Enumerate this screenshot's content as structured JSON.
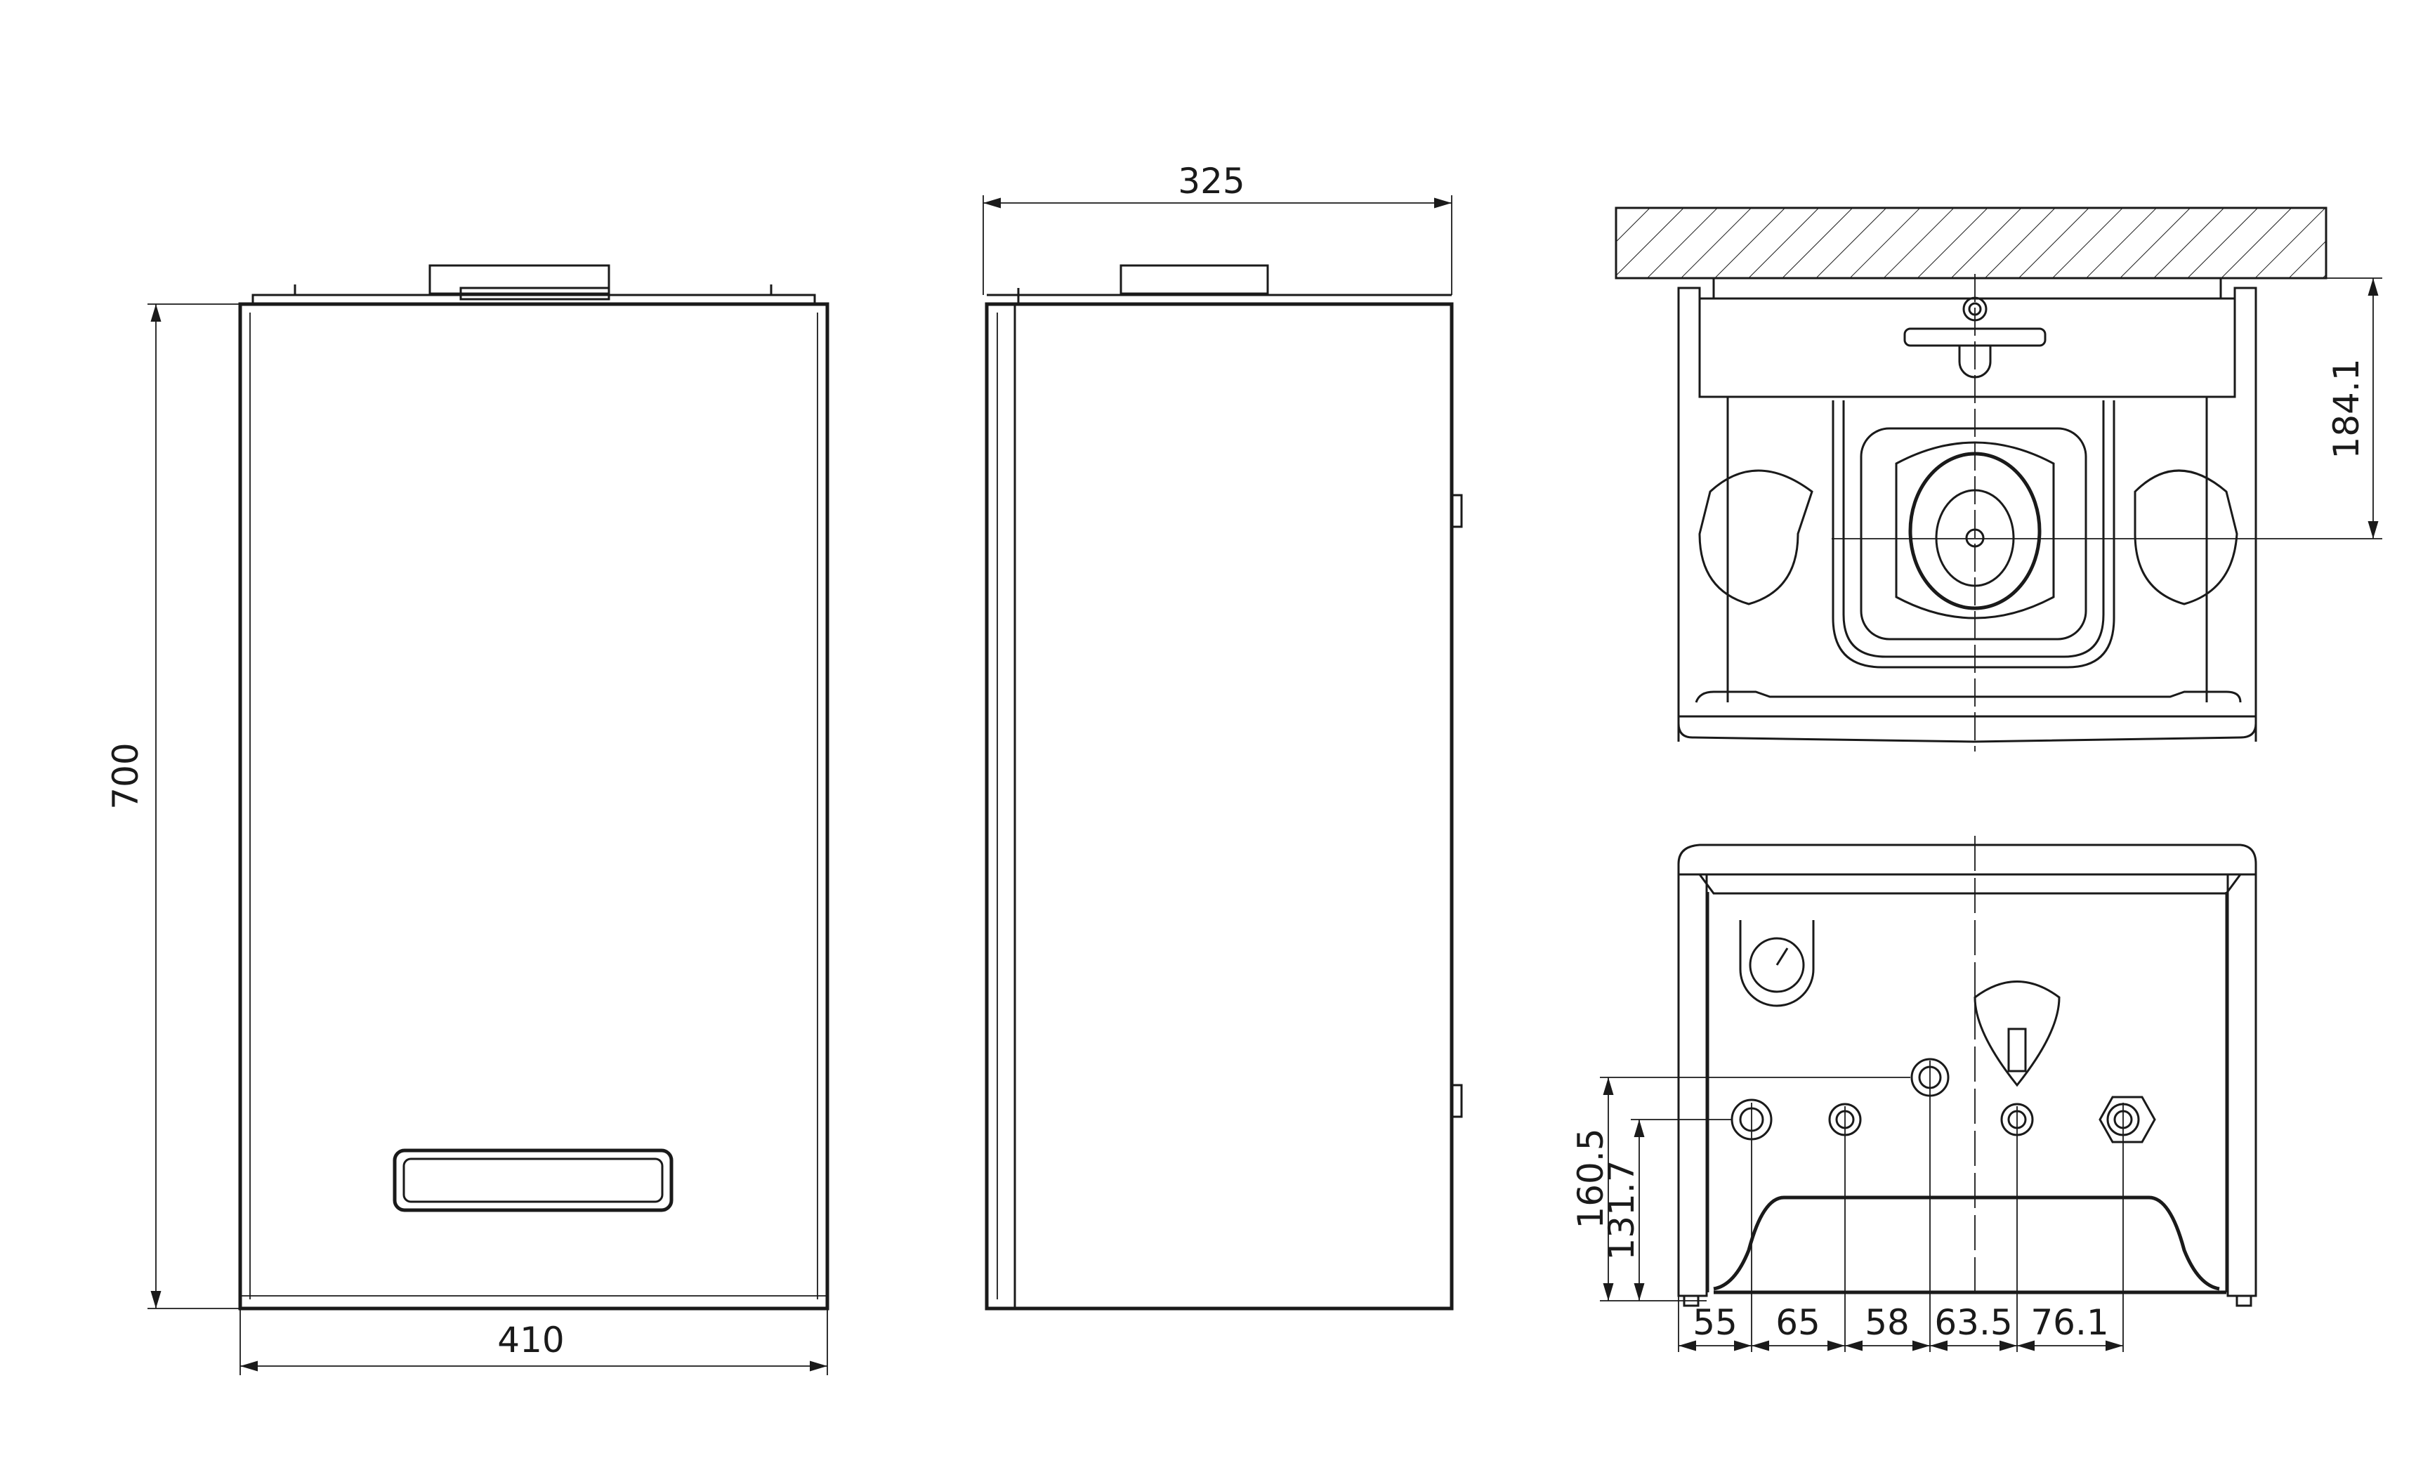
{
  "drawing": {
    "front_view": {
      "width_label": "410",
      "height_label": "700"
    },
    "side_view": {
      "depth_label": "325"
    },
    "top_view": {
      "flue_offset_label": "184.1"
    },
    "bottom_view": {
      "height_labels": [
        "160.5",
        "131.7"
      ],
      "spacing_labels": [
        "55",
        "65",
        "58",
        "63.5",
        "76.1"
      ]
    }
  },
  "colors": {
    "line": "#1a1a1a",
    "background": "#ffffff"
  }
}
